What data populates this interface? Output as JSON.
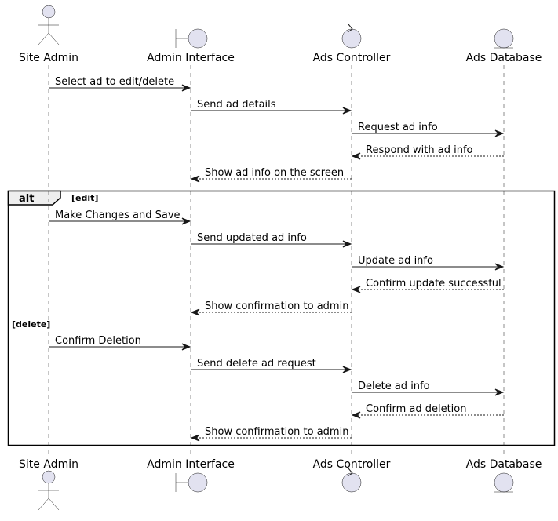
{
  "participants": [
    {
      "id": "site-admin",
      "name": "Site Admin",
      "kind": "actor",
      "icon": "actor-icon"
    },
    {
      "id": "admin-interface",
      "name": "Admin Interface",
      "kind": "boundary",
      "icon": "boundary-icon"
    },
    {
      "id": "ads-controller",
      "name": "Ads Controller",
      "kind": "control",
      "icon": "control-icon"
    },
    {
      "id": "ads-database",
      "name": "Ads Database",
      "kind": "entity",
      "icon": "entity-icon"
    }
  ],
  "messages": [
    {
      "from": 0,
      "to": 1,
      "label": "Select ad to edit/delete",
      "reply": false
    },
    {
      "from": 1,
      "to": 2,
      "label": "Send ad details",
      "reply": false
    },
    {
      "from": 2,
      "to": 3,
      "label": "Request ad info",
      "reply": false
    },
    {
      "from": 3,
      "to": 2,
      "label": "Respond with ad info",
      "reply": true
    },
    {
      "from": 2,
      "to": 1,
      "label": "Show ad info on the screen",
      "reply": true
    },
    {
      "from": 0,
      "to": 1,
      "label": "Make Changes and Save",
      "reply": false
    },
    {
      "from": 1,
      "to": 2,
      "label": "Send updated ad info",
      "reply": false
    },
    {
      "from": 2,
      "to": 3,
      "label": "Update ad info",
      "reply": false
    },
    {
      "from": 3,
      "to": 2,
      "label": "Confirm update successful",
      "reply": true
    },
    {
      "from": 2,
      "to": 1,
      "label": "Show confirmation to admin",
      "reply": true
    },
    {
      "from": 0,
      "to": 1,
      "label": "Confirm Deletion",
      "reply": false
    },
    {
      "from": 1,
      "to": 2,
      "label": "Send delete ad request",
      "reply": false
    },
    {
      "from": 2,
      "to": 3,
      "label": "Delete ad info",
      "reply": false
    },
    {
      "from": 3,
      "to": 2,
      "label": "Confirm ad deletion",
      "reply": true
    },
    {
      "from": 2,
      "to": 1,
      "label": "Show confirmation to admin",
      "reply": true
    }
  ],
  "alt_frame": {
    "keyword": "alt",
    "guards": [
      "[edit]",
      "[delete]"
    ]
  },
  "colors": {
    "participant_fill": "#E2E2F0",
    "line": "#181818",
    "background": "#FFFFFF"
  }
}
